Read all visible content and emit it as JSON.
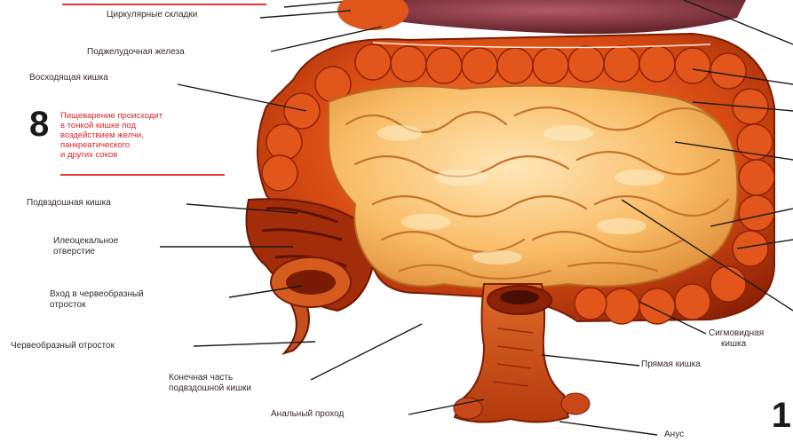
{
  "labels": {
    "circular_folds": "Циркулярные складки",
    "pancreas": "Поджелудочная железа",
    "ascending_colon": "Восходящая кишка",
    "ileum": "Подвздошная кишка",
    "ileocecal_opening_1": "Илеоцекальное",
    "ileocecal_opening_2": "отверстие",
    "appendix_entrance_1": "Вход в червеобразный",
    "appendix_entrance_2": "отросток",
    "appendix": "Червеобразный отросток",
    "terminal_ileum_1": "Конечная часть",
    "terminal_ileum_2": "подвздошной кишки",
    "anal_canal": "Анальный проход",
    "rectum": "Прямая кишка",
    "sigmoid_1": "Сигмовидная",
    "sigmoid_2": "кишка",
    "anus": "Анус"
  },
  "step": {
    "number": "8",
    "note": [
      "Пищеварение происходит",
      "в тонкой кишке под",
      "воздействием желчи,",
      "панкреатического",
      "и других соков"
    ]
  },
  "corner_number": "1",
  "colors": {
    "colon": "#c8410e",
    "colon_dark": "#8e2206",
    "small_intestine": "#f7b55a",
    "small_intestine_light": "#ffe1a6",
    "stomach": "#7a2b35",
    "accent_red": "#e53935"
  }
}
